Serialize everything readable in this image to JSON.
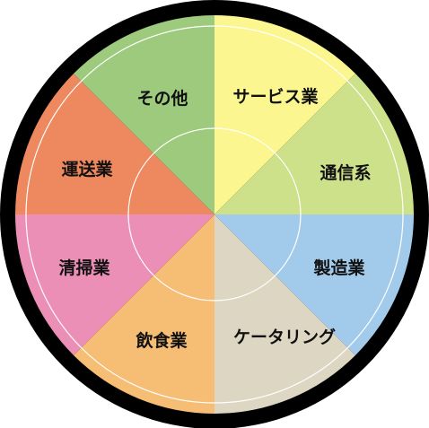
{
  "diagram": {
    "segments": [
      {
        "label": "サービス業",
        "color": "#fbf68f"
      },
      {
        "label": "通信系",
        "color": "#cde08a"
      },
      {
        "label": "製造業",
        "color": "#a2cbeb"
      },
      {
        "label": "ケータリング",
        "color": "#ddd6c3"
      },
      {
        "label": "飲食業",
        "color": "#f6bd74"
      },
      {
        "label": "清掃業",
        "color": "#ec8fb6"
      },
      {
        "label": "運送業",
        "color": "#ee885e"
      },
      {
        "label": "その他",
        "color": "#9dca7d"
      }
    ],
    "colors": {
      "outer_ring": "#000000",
      "guide_lines": "#ffffff"
    }
  }
}
